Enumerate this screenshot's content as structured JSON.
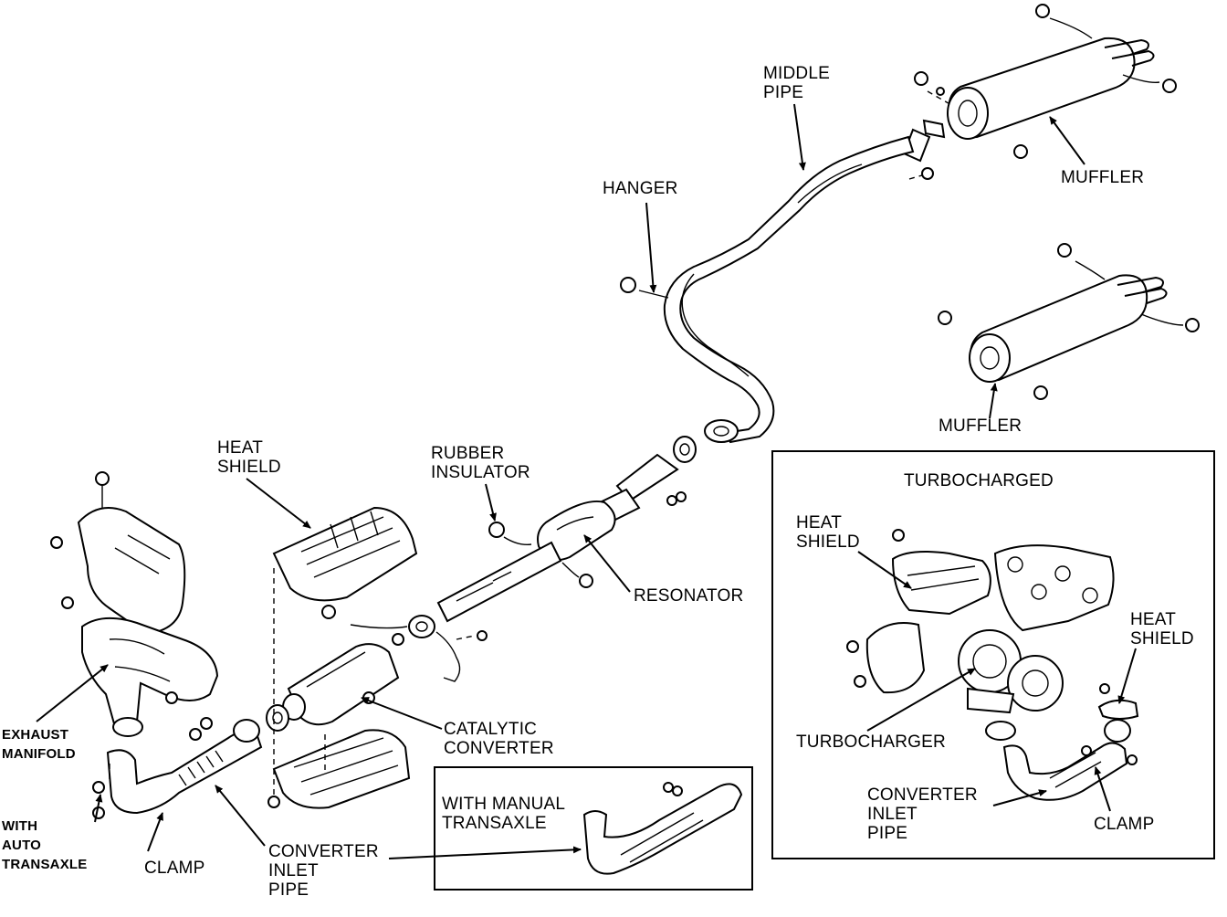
{
  "labels": {
    "middle_pipe": [
      "MIDDLE",
      "PIPE"
    ],
    "muffler_top": "MUFFLER",
    "hanger": "HANGER",
    "muffler_mid": "MUFFLER",
    "heat_shield_main": [
      "HEAT",
      "SHIELD"
    ],
    "rubber_insulator": [
      "RUBBER",
      "INSULATOR"
    ],
    "resonator": "RESONATOR",
    "turbocharged": "TURBOCHARGED",
    "turbo_heat_shield_left": [
      "HEAT",
      "SHIELD"
    ],
    "turbo_heat_shield_right": [
      "HEAT",
      "SHIELD"
    ],
    "turbocharger": "TURBOCHARGER",
    "exhaust_manifold": [
      "EXHAUST",
      "MANIFOLD"
    ],
    "catalytic_converter": [
      "CATALYTIC",
      "CONVERTER"
    ],
    "with_auto_transaxle": [
      "WITH",
      "AUTO",
      "TRANSAXLE"
    ],
    "clamp_left": "CLAMP",
    "converter_inlet_pipe_main": [
      "CONVERTER",
      "INLET",
      "PIPE"
    ],
    "with_manual_transaxle": [
      "WITH MANUAL",
      "TRANSAXLE"
    ],
    "turbo_converter_inlet_pipe": [
      "CONVERTER",
      "INLET",
      "PIPE"
    ],
    "turbo_clamp": "CLAMP"
  }
}
